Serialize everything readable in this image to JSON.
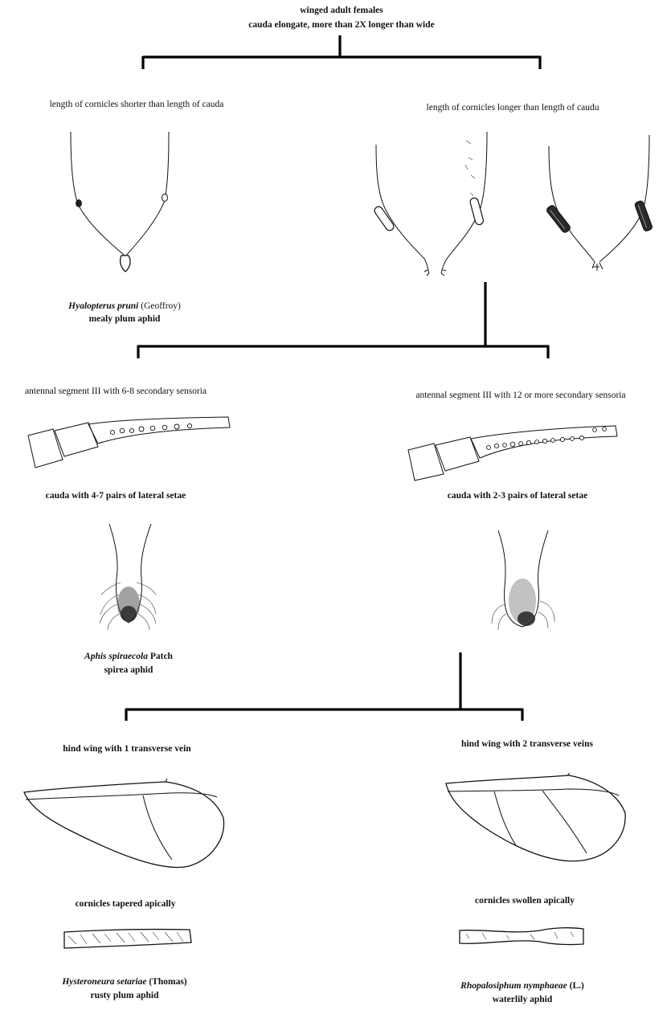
{
  "root": {
    "line1": "winged adult females",
    "line2": "cauda elongate, more than 2X longer than wide"
  },
  "level1": {
    "left": "length of cornicles shorter than length of cauda",
    "right": "length of cornicles longer than length of caudu",
    "left_species": {
      "genus": "Hyalopterus pruni",
      "author": " (Geoffroy)",
      "common": "mealy plum aphid"
    }
  },
  "level2": {
    "left_antenna": "antennal segment III with 6-8 secondary sensoria",
    "right_antenna": "antennal segment III with 12 or more secondary sensoria",
    "left_cauda": "cauda with 4-7 pairs of lateral setae",
    "right_cauda": "cauda with 2-3 pairs of lateral setae",
    "left_species": {
      "genus": "Aphis spiraecola",
      "author": " Patch",
      "common": "spirea aphid"
    }
  },
  "level3": {
    "left_wing": "hind wing with 1 transverse vein",
    "right_wing": "hind wing with 2 transverse veins",
    "left_cornicle": "cornicles tapered apically",
    "right_cornicle": "cornicles swollen apically",
    "left_species": {
      "genus": "Hysteroneura setariae",
      "author": " (Thomas)",
      "common": "rusty plum aphid"
    },
    "right_species": {
      "genus": "Rhopalosiphum nymphaeae",
      "author": " (L.)",
      "common": "waterlily aphid"
    }
  },
  "icons": [
    "abdomen-short-cornicles-illustration",
    "abdomen-long-cornicles-illustration",
    "abdomen-dark-cornicles-illustration",
    "antenna-illustration",
    "cauda-illustration",
    "hind-wing-illustration",
    "cornicle-illustration"
  ]
}
